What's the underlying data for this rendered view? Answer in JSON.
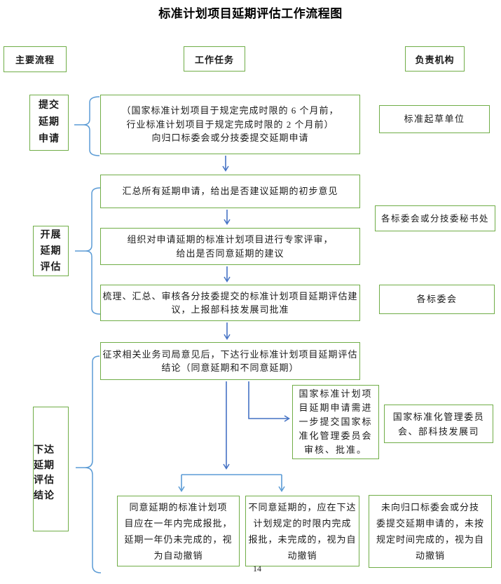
{
  "title": "标准计划项目延期评估工作流程图",
  "page_number": "14",
  "colors": {
    "box_border": "#70ad47",
    "arrow": "#4472c4",
    "brace": "#5b9bd5"
  },
  "columns": {
    "main_process": "主要流程",
    "work_tasks": "工作任务",
    "responsible_org": "负责机构"
  },
  "stages": {
    "submit": "提交\n延期\n申请",
    "evaluate": "开展\n延期\n评估",
    "conclude": "下达\n延期\n评估\n结论"
  },
  "tasks": {
    "submit_application": "（国家标准计划项目于规定完成时限的 6 个月前，\n行业标准计划项目于规定完成时限的 2 个月前）\n向归口标委会或分技委提交延期申请",
    "summarize": "汇总所有延期申请，给出是否建议延期的初步意见",
    "expert_review": "组织对申请延期的标准计划项目进行专家评审，\n给出是否同意延期的建议",
    "consolidate": "梳理、汇总、审核各分技委提交的标准计划项目延期评估建\n议，上报部科技发展司批准",
    "issue_conclusion": "征求相关业务司局意见后，下达行业标准计划项目延期评估\n结论（同意延期和不同意延期）",
    "national_note": "国家标准计划项\n目延期申请需进\n一步提交国家标\n准化管理委员会\n审核、批准。",
    "outcome_agree": "同意延期的标准计划项\n目应在一年内完成报批，\n延期一年仍未完成的，视\n为自动撤销",
    "outcome_disagree": "不同意延期的，应在下达\n计划规定的时限内完成\n报批，未完成的，视为自\n动撤销",
    "outcome_no_application": "未向归口标委会或分技\n委提交延期申请的，未按\n规定时间完成的，视为自\n动撤销"
  },
  "organizations": {
    "drafting_unit": "标准起草单位",
    "secretariat": "各标委会或分技委秘书处",
    "committees": "各标委会",
    "sac_and_dept": "国家标准化管理委员\n会、部科技发展司"
  }
}
